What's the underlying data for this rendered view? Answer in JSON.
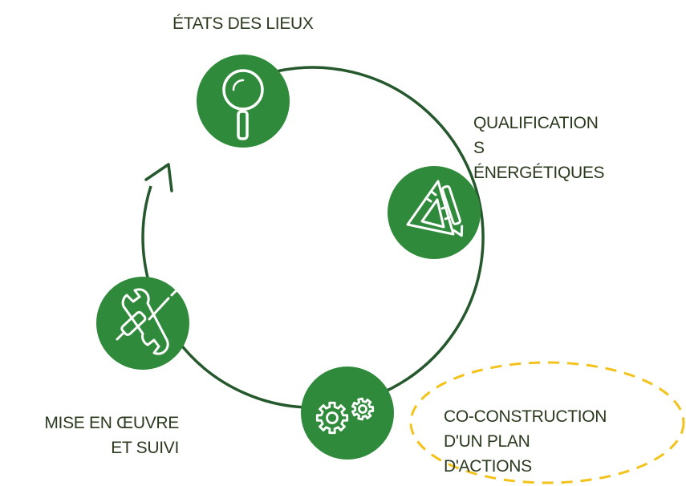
{
  "colors": {
    "node_fill": "#2f8a3b",
    "cycle_line": "#25582c",
    "icon_stroke": "#ffffff",
    "text": "#2b3a1f",
    "highlight_dash": "#f3c21b"
  },
  "steps": [
    {
      "id": "etats",
      "icon": "magnifier-icon",
      "lines": [
        "ÉTATS DES LIEUX"
      ]
    },
    {
      "id": "qualification",
      "icon": "drafting-tools-icon",
      "lines": [
        "QUALIFICATION",
        "S",
        "ÉNERGÉTIQUES"
      ]
    },
    {
      "id": "coconstruction",
      "icon": "gears-icon",
      "lines": [
        "CO-CONSTRUCTION",
        "D'UN PLAN",
        "D'ACTIONS"
      ],
      "highlighted": true
    },
    {
      "id": "mise",
      "icon": "wrench-screwdriver-icon",
      "lines": [
        "MISE EN ŒUVRE",
        "ET SUIVI"
      ]
    }
  ]
}
